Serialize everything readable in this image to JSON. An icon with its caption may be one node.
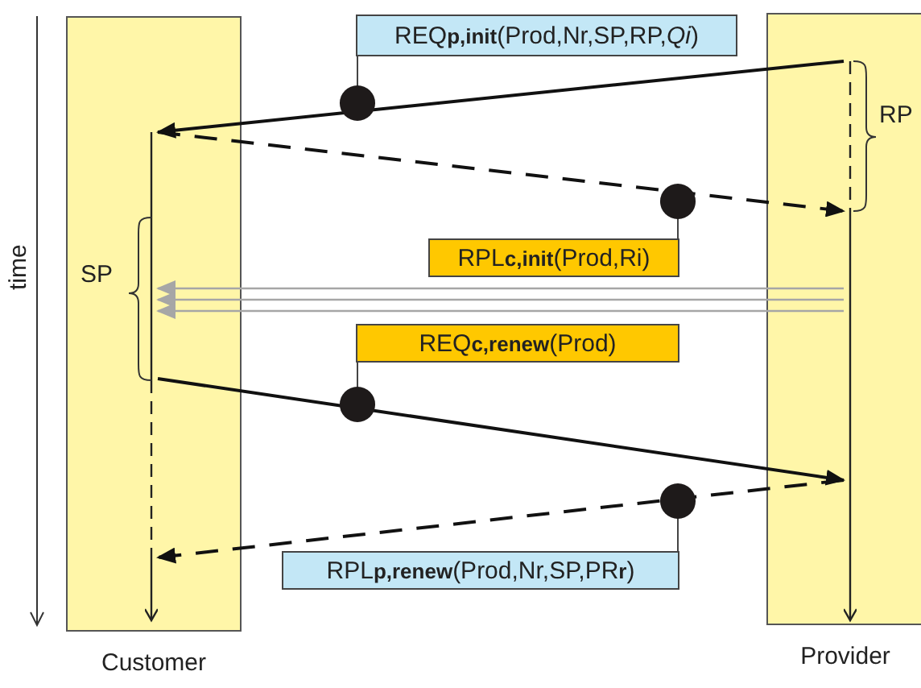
{
  "diagram": {
    "nodes": [
      {
        "text": [
          "Customer"
        ]
      },
      {
        "text": [
          "Provider"
        ]
      },
      {
        "text": [],
        "shape": "line",
        "in": 0
      },
      {
        "text": [],
        "shape": "line",
        "in": 1
      },
      {
        "text": [
          "REQ**p,init**(Prod,Nr,SP,RP,*Qi*)"
        ]
      },
      {
        "text": [
          "RPL**c,init**(Prod,Ri)"
        ]
      },
      {
        "text": [
          "REQ**c,renew**(Prod)"
        ]
      },
      {
        "text": [
          "RPL**p,renew**(Prod,Nr,SP,PR**r**)"
        ]
      }
    ],
    "edges": [
      {
        "from": 3,
        "to": 2,
        "arrow": "to"
      },
      {
        "from": 2,
        "to": 3,
        "arrow": "to",
        "style": "dashed"
      },
      {
        "from": 3,
        "to": 2,
        "arrow": "to",
        "color": "#a6a6a6"
      },
      {
        "from": 3,
        "to": 2,
        "arrow": "to",
        "color": "#a6a6a6"
      },
      {
        "from": 3,
        "to": 2,
        "arrow": "to",
        "color": "#a6a6a6"
      },
      {
        "from": 2,
        "to": 3,
        "arrow": "to"
      },
      {
        "from": 3,
        "to": 2,
        "arrow": "to",
        "style": "dashed"
      },
      {
        "from": 4,
        "to": null,
        "arrow": "other"
      },
      {
        "from": 5,
        "to": null,
        "arrow": "other"
      },
      {
        "from": 6,
        "to": null,
        "arrow": "other"
      },
      {
        "from": 7,
        "to": null,
        "arrow": "other"
      }
    ],
    "labels": [
      "time",
      "RP",
      "SP"
    ]
  }
}
